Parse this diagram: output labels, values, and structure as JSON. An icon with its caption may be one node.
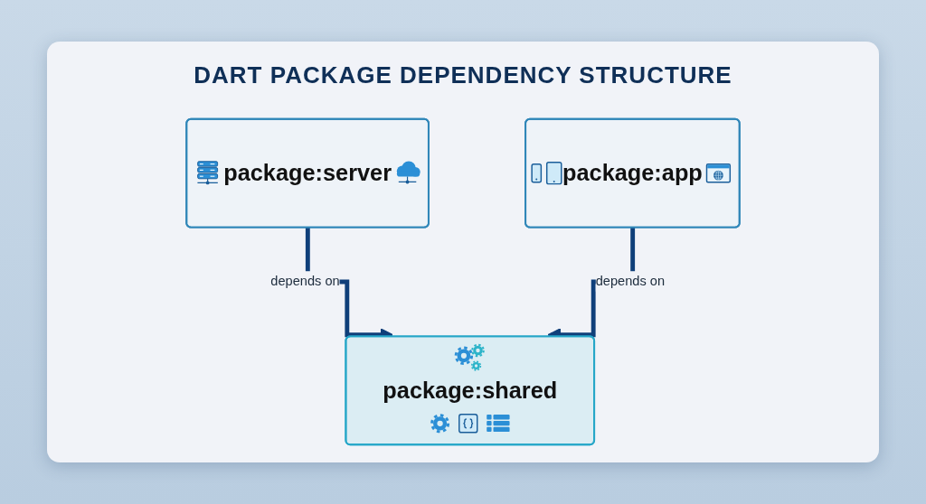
{
  "diagram": {
    "title": "DART PACKAGE DEPENDENCY STRUCTURE",
    "nodes": [
      {
        "text": [
          "package:server"
        ]
      },
      {
        "text": [
          "package:app"
        ]
      },
      {
        "text": [
          "package:shared"
        ]
      }
    ],
    "edges": [
      {
        "from": 0,
        "to": 2,
        "arrow": "to",
        "label": "depends on"
      },
      {
        "from": 1,
        "to": 2,
        "arrow": "to",
        "label": "depends on"
      }
    ]
  }
}
